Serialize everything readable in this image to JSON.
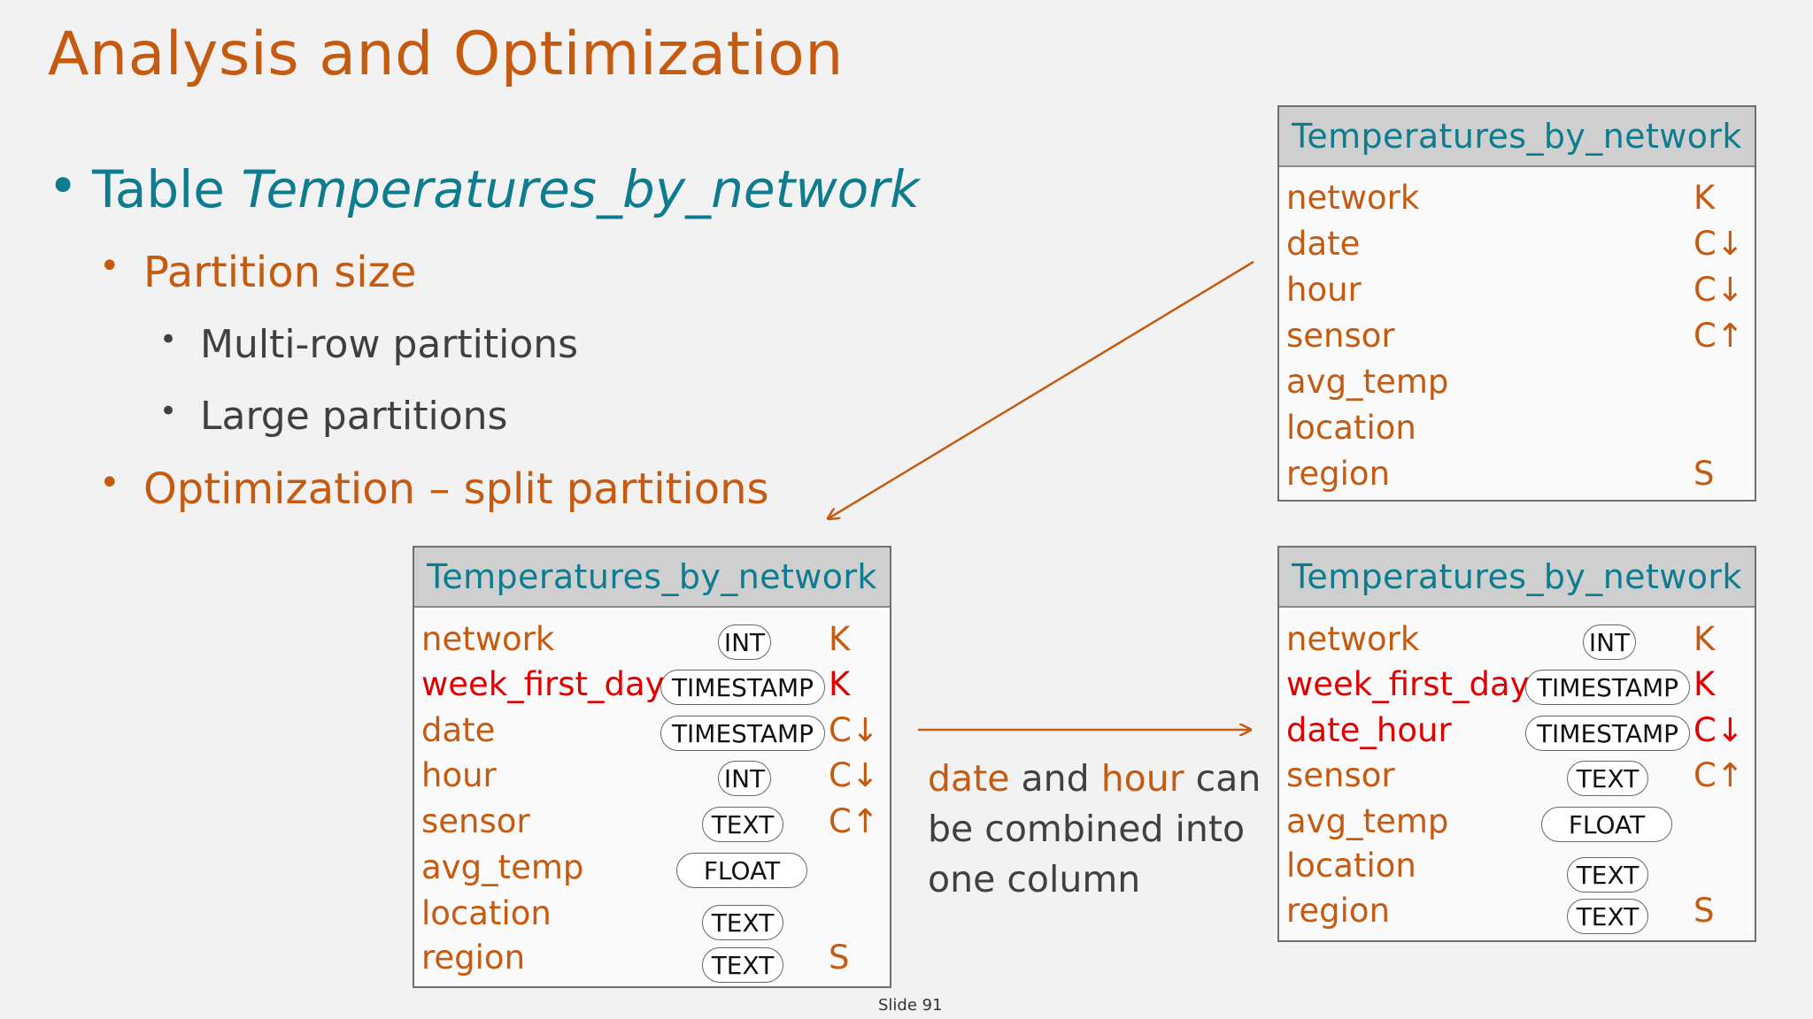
{
  "title": "Analysis and Optimization",
  "bullets": {
    "table_prefix": "Table",
    "table_name": "Temperatures_by_network",
    "partition_size": "Partition size",
    "multi_row": "Multi-row partitions",
    "large": "Large partitions",
    "optimization": "Optimization – split partitions"
  },
  "bullet_glyph": "•",
  "tables": {
    "original": {
      "name": "Temperatures_by_network",
      "rows": [
        {
          "field": "network",
          "key": "K"
        },
        {
          "field": "date",
          "key": "C↓"
        },
        {
          "field": "hour",
          "key": "C↓"
        },
        {
          "field": "sensor",
          "key": "C↑"
        },
        {
          "field": "avg_temp",
          "key": ""
        },
        {
          "field": "location",
          "key": ""
        },
        {
          "field": "region",
          "key": "S"
        }
      ]
    },
    "split": {
      "name": "Temperatures_by_network",
      "rows": [
        {
          "field": "network",
          "type": "INT",
          "key": "K"
        },
        {
          "field": "week_first_day",
          "type": "TIMESTAMP",
          "key": "K"
        },
        {
          "field": "date",
          "type": "TIMESTAMP",
          "key": "C↓"
        },
        {
          "field": "hour",
          "type": "INT",
          "key": "C↓"
        },
        {
          "field": "sensor",
          "type": "TEXT",
          "key": "C↑"
        },
        {
          "field": "avg_temp",
          "type": "FLOAT",
          "key": ""
        },
        {
          "field": "location",
          "type": "TEXT",
          "key": ""
        },
        {
          "field": "region",
          "type": "TEXT",
          "key": "S"
        }
      ]
    },
    "combined": {
      "name": "Temperatures_by_network",
      "rows": [
        {
          "field": "network",
          "type": "INT",
          "key": "K"
        },
        {
          "field": "week_first_day",
          "type": "TIMESTAMP",
          "key": "K"
        },
        {
          "field": "date_hour",
          "type": "TIMESTAMP",
          "key": "C↓"
        },
        {
          "field": "sensor",
          "type": "TEXT",
          "key": "C↑"
        },
        {
          "field": "avg_temp",
          "type": "FLOAT",
          "key": ""
        },
        {
          "field": "location",
          "type": "TEXT",
          "key": ""
        },
        {
          "field": "region",
          "type": "TEXT",
          "key": "S"
        }
      ]
    }
  },
  "note": {
    "w1": "date",
    "w2": "and",
    "w3": "hour",
    "w4": "can",
    "line2": "be combined into",
    "line3": "one column"
  },
  "slide_number": "Slide 91",
  "colors": {
    "accent_orange": "#c55a11",
    "accent_teal": "#0e7c8e",
    "highlight_red": "#e00000"
  }
}
